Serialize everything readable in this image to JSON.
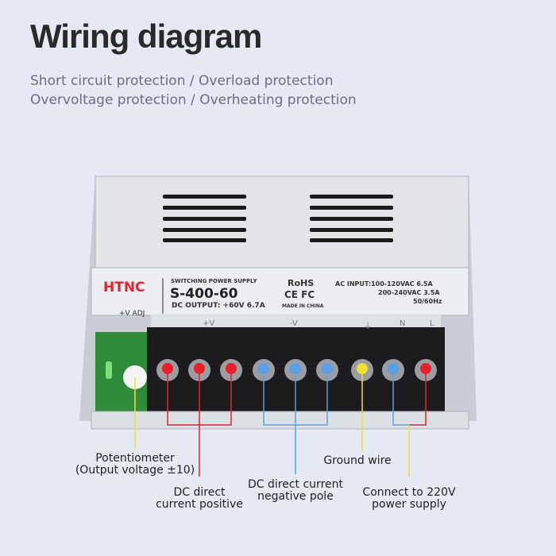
{
  "title": "Wiring diagram",
  "subtitle_lines": [
    "Short circuit protection / Overload protection",
    "Overvoltage protection / Overheating protection"
  ],
  "device": {
    "brand": "HTNC",
    "type": "SWITCHING POWER SUPPLY",
    "model": "S-400-60",
    "dc_output": "DC OUTPUT: +60V 6.7A",
    "rohs": "RoHS",
    "marks": "CE FC",
    "made_in": "MADE IN CHINA",
    "ac_input": [
      "AC INPUT:100-120VAC 6.5A",
      "200-240VAC 3.5A",
      "50/60Hz"
    ],
    "adj": "+V ADJ",
    "terminal_marks": [
      "+V",
      "-V",
      "⏚",
      "N",
      "L"
    ]
  },
  "terminals": [
    {
      "color": "#e8202a"
    },
    {
      "color": "#e8202a"
    },
    {
      "color": "#e8202a"
    },
    {
      "color": "#5aa0e8"
    },
    {
      "color": "#5aa0e8"
    },
    {
      "color": "#5aa0e8"
    },
    {
      "color": "#f0e030"
    },
    {
      "color": "#5aa0e8"
    },
    {
      "color": "#e8202a"
    }
  ],
  "labels": {
    "potentiometer": [
      "Potentiometer",
      "(Output voltage ±10)"
    ],
    "dc_positive": [
      "DC direct",
      "current positive"
    ],
    "dc_negative": [
      "DC direct current",
      "negative pole"
    ],
    "ground": "Ground wire",
    "ac": [
      "Connect to 220V",
      "power supply"
    ]
  }
}
